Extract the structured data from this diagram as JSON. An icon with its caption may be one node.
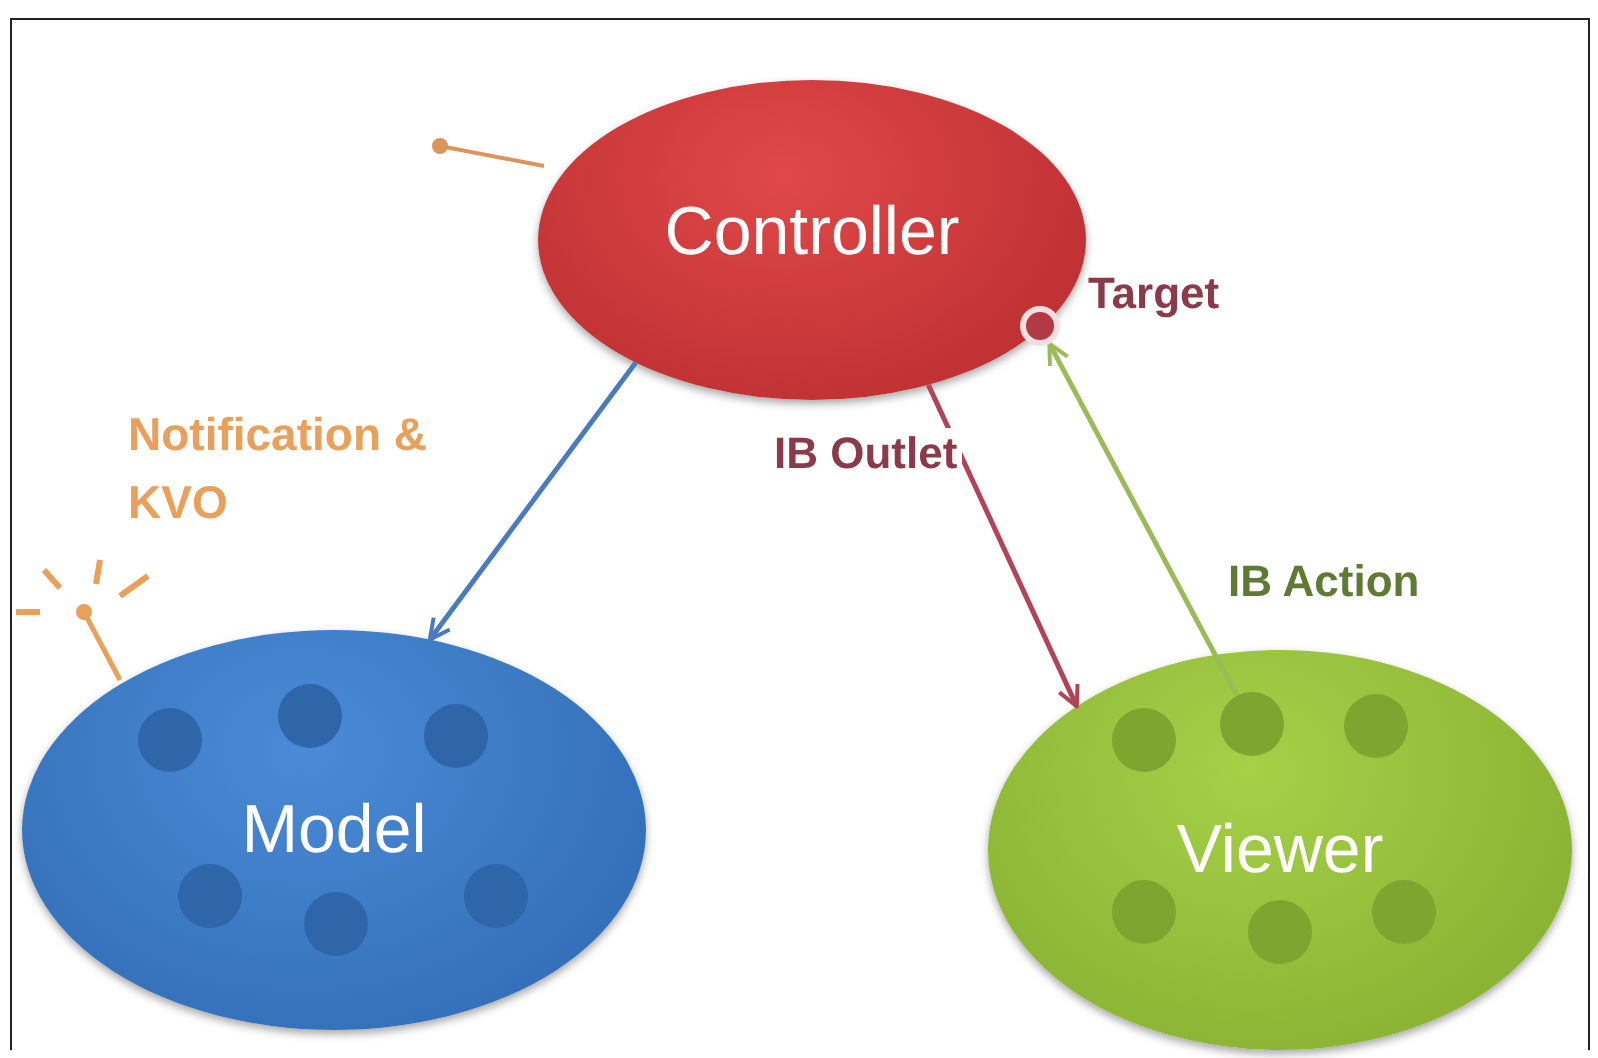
{
  "diagram": {
    "nodes": [
      {
        "text": [
          "Controller"
        ]
      },
      {
        "text": [
          "Model"
        ]
      },
      {
        "text": [
          "Viewer"
        ]
      },
      {
        "text": [],
        "shape": "circle",
        "in": 0,
        "beside": [
          "Target"
        ]
      },
      {
        "text": [],
        "shape": "circle",
        "in": 1
      },
      {
        "text": [],
        "shape": "circle",
        "in": 1
      },
      {
        "text": [],
        "shape": "circle",
        "in": 1
      },
      {
        "text": [],
        "shape": "circle",
        "in": 1
      },
      {
        "text": [],
        "shape": "circle",
        "in": 1
      },
      {
        "text": [],
        "shape": "circle",
        "in": 1
      },
      {
        "text": [],
        "shape": "circle",
        "in": 2
      },
      {
        "text": [],
        "shape": "circle",
        "in": 2
      },
      {
        "text": [],
        "shape": "circle",
        "in": 2
      },
      {
        "text": [],
        "shape": "circle",
        "in": 2
      },
      {
        "text": [],
        "shape": "circle",
        "in": 2
      },
      {
        "text": [],
        "shape": "circle",
        "in": 2
      }
    ],
    "edges": [
      {
        "from": 0,
        "to": 1,
        "arrow": "to",
        "color": "#4a7bbf"
      },
      {
        "from": 0,
        "to": 2,
        "arrow": "to",
        "label": "IB Outlet",
        "color": "#b0455a"
      },
      {
        "from": 11,
        "to": 3,
        "arrow": "to",
        "label": "IB Action",
        "color": "#9bbb59"
      }
    ],
    "labels": [
      "Notification & KVO"
    ]
  }
}
